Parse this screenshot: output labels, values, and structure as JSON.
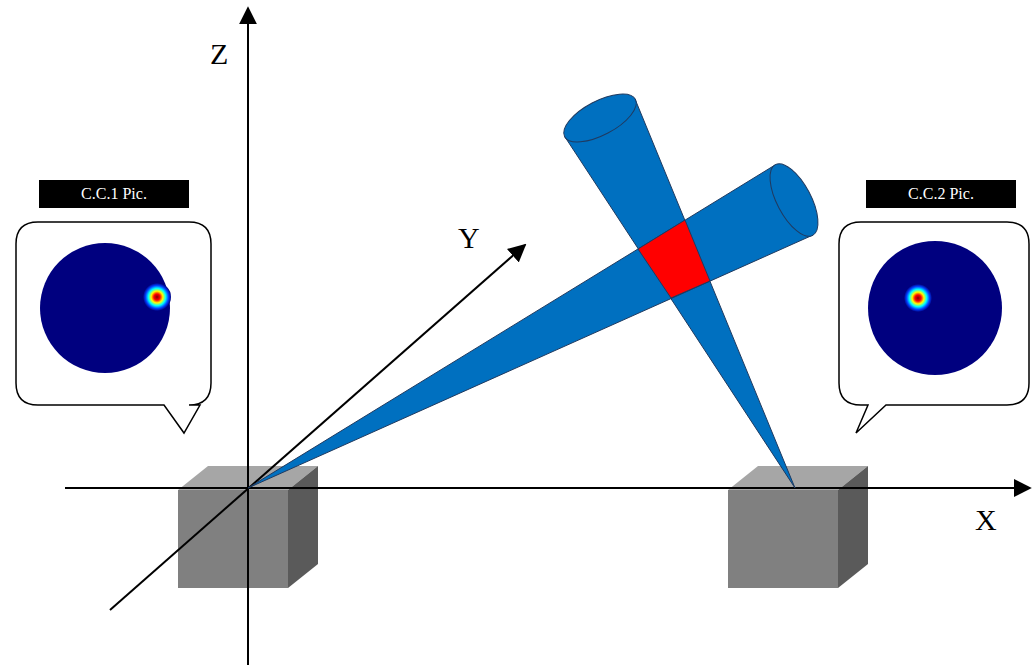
{
  "diagram": {
    "nodes": [
      {
        "text": [
          "C.C.1 Pic."
        ]
      },
      {
        "text": [
          "C.C.2 Pic."
        ]
      }
    ],
    "labels": [
      "Z",
      "Y",
      "X"
    ]
  }
}
